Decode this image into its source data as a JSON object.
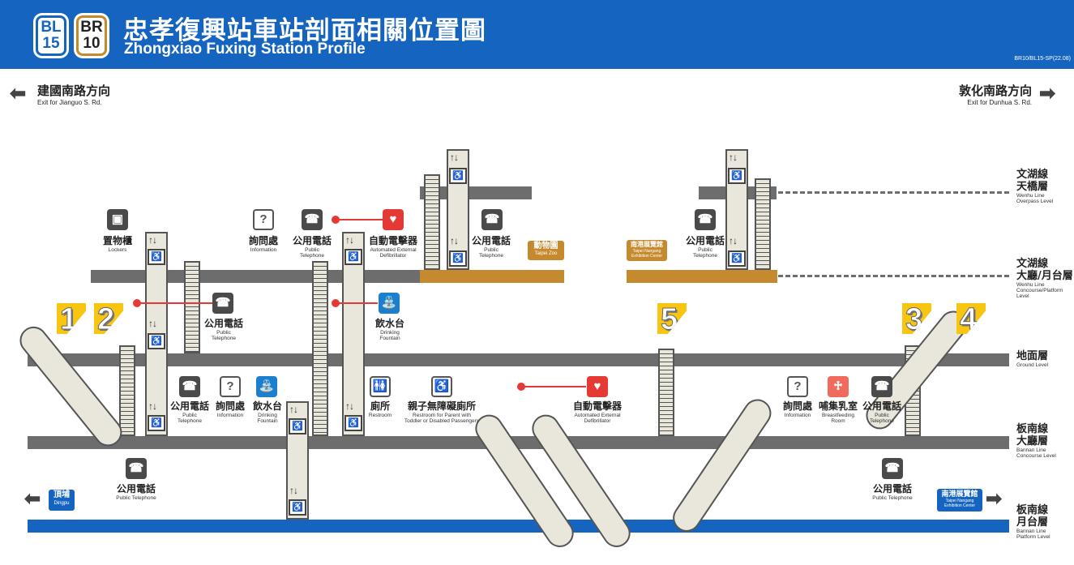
{
  "header": {
    "line_bl": "BL",
    "line_bl_num": "15",
    "line_br": "BR",
    "line_br_num": "10",
    "title_zh": "忠孝復興站車站剖面相關位置圖",
    "title_en": "Zhongxiao Fuxing Station Profile",
    "doc_code": "BR10/BL15-SP(22.08)"
  },
  "directions": {
    "left_zh": "建國南路方向",
    "left_en": "Exit for Jianguo S. Rd.",
    "right_zh": "敦化南路方向",
    "right_en": "Exit for Dunhua S. Rd."
  },
  "levels": [
    {
      "zh": "文湖線\n天橋層",
      "en": "Wenhu Line\nOverpass Level"
    },
    {
      "zh": "文湖線\n大廳/月台層",
      "en": "Wenhu Line\nConcourse/Platform\nLevel"
    },
    {
      "zh": "地面層",
      "en": "Ground Level"
    },
    {
      "zh": "板南線\n大廳層",
      "en": "Bannan Line\nConcourse Level"
    },
    {
      "zh": "板南線\n月台層",
      "en": "Bannan Line\nPlatform Level"
    }
  ],
  "exits": [
    "1",
    "2",
    "5",
    "3",
    "4"
  ],
  "facilities": {
    "lockers": {
      "zh": "置物櫃",
      "en": "Lockers"
    },
    "info_top": {
      "zh": "詢問處",
      "en": "Information"
    },
    "phone_top1": {
      "zh": "公用電話",
      "en": "Public\nTelephone"
    },
    "aed_top": {
      "zh": "自動電擊器",
      "en": "Automated External\nDefibrillator"
    },
    "phone_top2": {
      "zh": "公用電話",
      "en": "Public\nTelephone"
    },
    "phone_top3": {
      "zh": "公用電話",
      "en": "Public\nTelephone"
    },
    "phone_mid": {
      "zh": "公用電話",
      "en": "Public\nTelephone"
    },
    "fountain_mid": {
      "zh": "飲水台",
      "en": "Drinking\nFountain"
    },
    "phone_con1": {
      "zh": "公用電話",
      "en": "Public\nTelephone"
    },
    "info_con1": {
      "zh": "詢問處",
      "en": "Information"
    },
    "fountain_con": {
      "zh": "飲水台",
      "en": "Drinking\nFountain"
    },
    "restroom": {
      "zh": "廁所",
      "en": "Restroom"
    },
    "family_restroom": {
      "zh": "親子無障礙廁所",
      "en": "Restroom for Parent with\nToddler or Disabled Passengers"
    },
    "aed_con": {
      "zh": "自動電擊器",
      "en": "Automated External\nDefibrillator"
    },
    "info_con2": {
      "zh": "詢問處",
      "en": "Information"
    },
    "breastfeeding": {
      "zh": "哺集乳室",
      "en": "Breastfeeding\nRoom"
    },
    "phone_con2": {
      "zh": "公用電話",
      "en": "Public\nTelephone"
    },
    "phone_plat1": {
      "zh": "公用電話",
      "en": "Public Telephone"
    },
    "phone_plat2": {
      "zh": "公用電話",
      "en": "Public Telephone"
    }
  },
  "destinations": {
    "zoo_zh": "動物園",
    "zoo_en": "Taipei Zoo",
    "nangang_top_zh": "南港展覽館",
    "nangang_top_en": "Taipei Nangang\nExhibition Center",
    "dingpu_zh": "頂埔",
    "dingpu_en": "Dingpu",
    "nangang_zh": "南港展覽館",
    "nangang_en": "Taipei Nangang\nExhibition Center"
  },
  "colors": {
    "blue": "#1565c0",
    "gold": "#c68a2e",
    "slab": "#6d6d6d",
    "exit": "#f7c512",
    "red": "#e53935"
  }
}
